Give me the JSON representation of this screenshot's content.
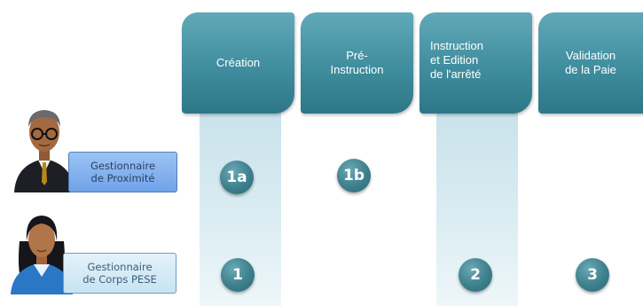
{
  "phases": [
    {
      "label_line1": "Création",
      "label_line2": "",
      "label_line3": ""
    },
    {
      "label_line1": "Pré-",
      "label_line2": "Instruction",
      "label_line3": ""
    },
    {
      "label_line1": "Instruction",
      "label_line2": "et Edition",
      "label_line3": "de l'arrêté"
    },
    {
      "label_line1": "Validation",
      "label_line2": "de la Paie",
      "label_line3": ""
    }
  ],
  "roles": [
    {
      "line1": "Gestionnaire",
      "line2": "de Proximité",
      "avatar": "male-manager-avatar-icon"
    },
    {
      "line1": "Gestionnaire",
      "line2": "de Corps  PESE",
      "avatar": "female-manager-avatar-icon"
    }
  ],
  "steps": {
    "row1": [
      "1a",
      "1b"
    ],
    "row2": [
      "1",
      "2",
      "3"
    ]
  },
  "colors": {
    "header": "#3f8d9e",
    "band": "#d4e9f0",
    "badge": "#3d7f8c",
    "role_box_proximite": "#8ab6f0",
    "role_box_corps": "#d4ebf6"
  }
}
